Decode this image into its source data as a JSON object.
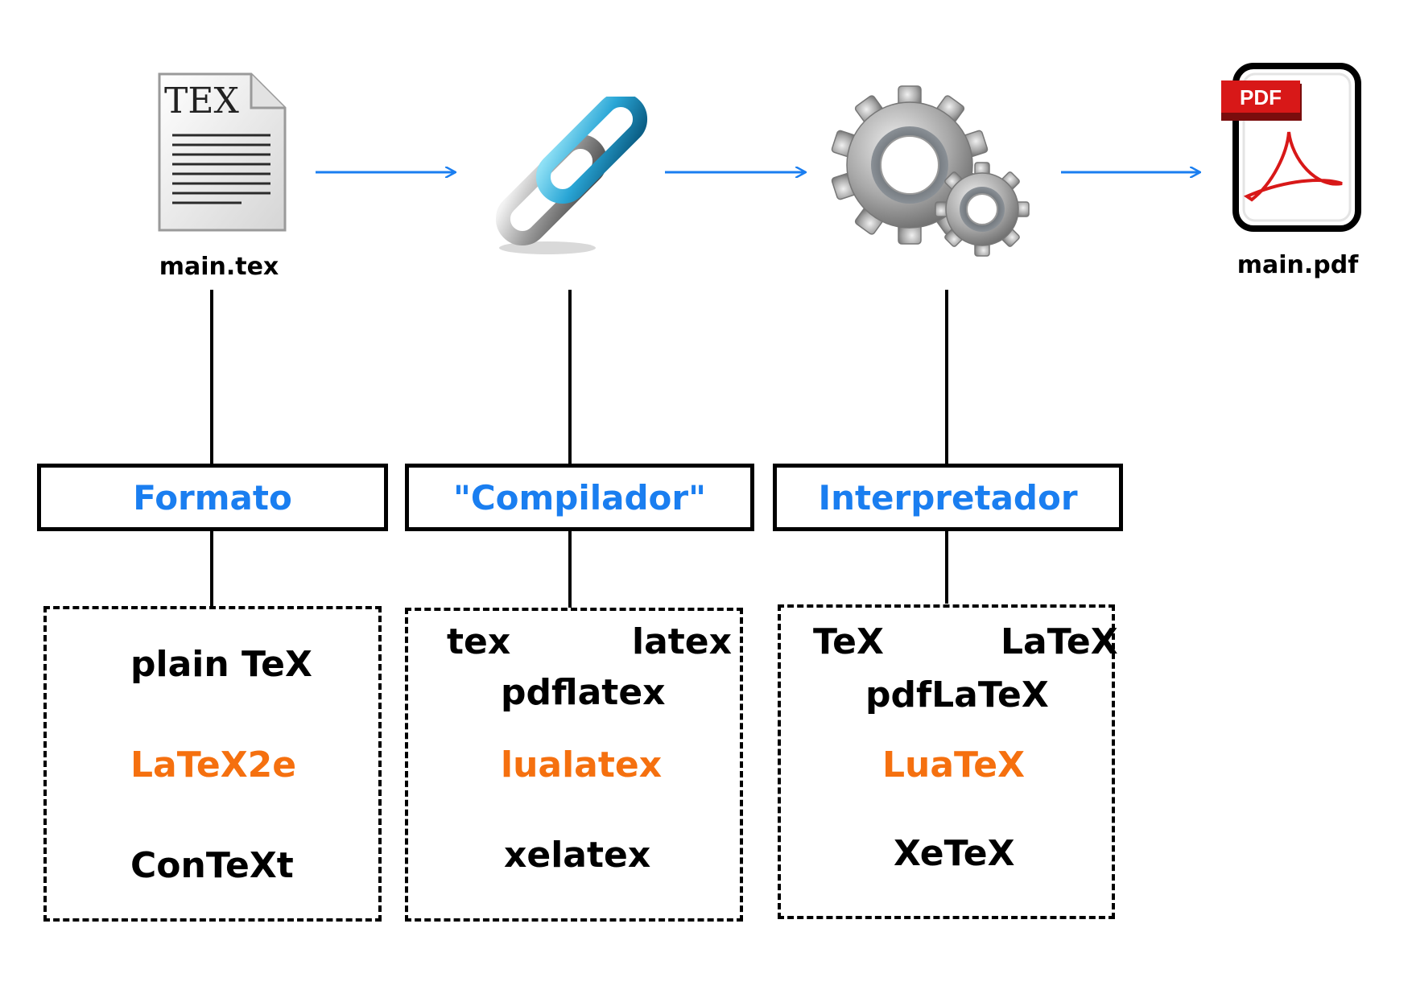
{
  "colors": {
    "arrow": "#1a7ef0",
    "title": "#1a7ef0",
    "highlight": "#f5700f",
    "text": "#000000"
  },
  "stages": [
    {
      "icon": "tex-document-icon",
      "label": "main.tex"
    },
    {
      "icon": "chain-link-icon",
      "label": ""
    },
    {
      "icon": "gears-icon",
      "label": ""
    },
    {
      "icon": "pdf-document-icon",
      "label": "main.pdf"
    }
  ],
  "tex_icon_text": "TEX",
  "pdf_icon_text": "PDF",
  "categories": [
    {
      "title": "Formato",
      "items": {
        "a": "plain TeX",
        "b": "LaTeX2e",
        "c": "ConTeXt"
      }
    },
    {
      "title": "\"Compilador\"",
      "items": {
        "left": "tex",
        "right": "latex",
        "a": "pdflatex",
        "b": "lualatex",
        "c": "xelatex"
      }
    },
    {
      "title": "Interpretador",
      "items": {
        "left": "TeX",
        "right": "LaTeX",
        "a": "pdfLaTeX",
        "b": "LuaTeX",
        "c": "XeTeX"
      }
    }
  ]
}
